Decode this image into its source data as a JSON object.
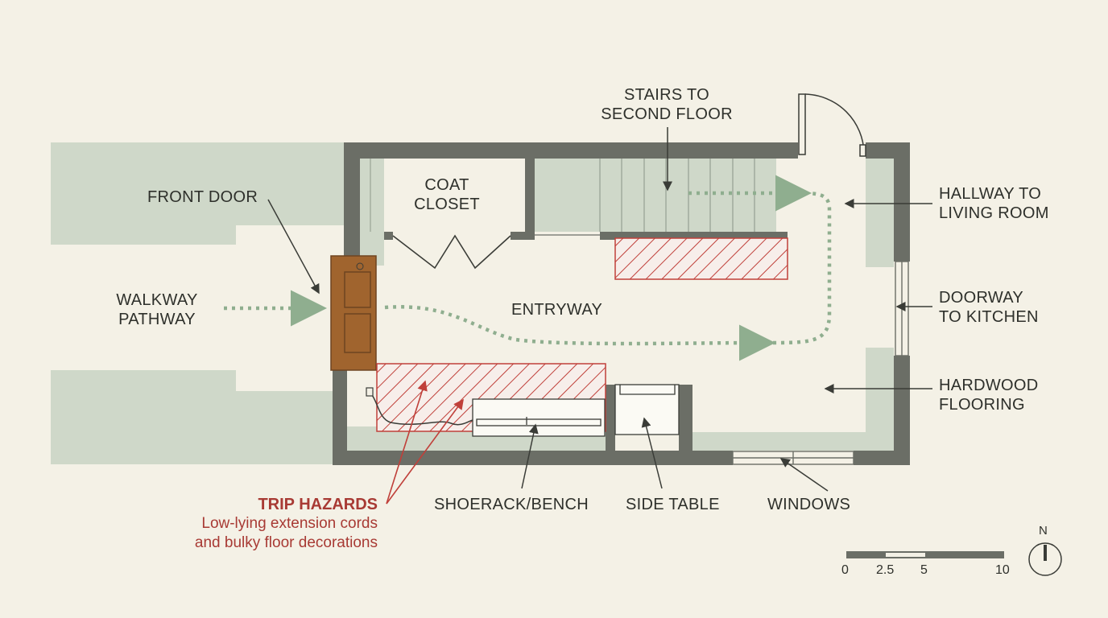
{
  "labels": {
    "stairs": [
      "STAIRS TO",
      "SECOND FLOOR"
    ],
    "coat_closet": [
      "COAT",
      "CLOSET"
    ],
    "front_door": "FRONT DOOR",
    "walkway": [
      "WALKWAY",
      "PATHWAY"
    ],
    "entryway": "ENTRYWAY",
    "hallway": [
      "HALLWAY TO",
      "LIVING ROOM"
    ],
    "doorway_kitchen": [
      "DOORWAY",
      "TO KITCHEN"
    ],
    "hardwood": [
      "HARDWOOD",
      "FLOORING"
    ],
    "shoerack": "SHOERACK/BENCH",
    "side_table": "SIDE TABLE",
    "windows": "WINDOWS"
  },
  "hazard": {
    "title": "TRIP HAZARDS",
    "note_lines": [
      "Low-lying extension cords",
      "and bulky floor decorations"
    ]
  },
  "scale_bar": {
    "ticks": [
      "0",
      "2.5",
      "5",
      "10"
    ]
  },
  "compass": {
    "label": "N"
  },
  "colors": {
    "background": "#f4f1e6",
    "wall": "#6b6e66",
    "floor_tint": "#cfd8c9",
    "path_arrow": "#8fae8f",
    "hazard": "#c0403a",
    "door_wood": "#a0642e"
  }
}
